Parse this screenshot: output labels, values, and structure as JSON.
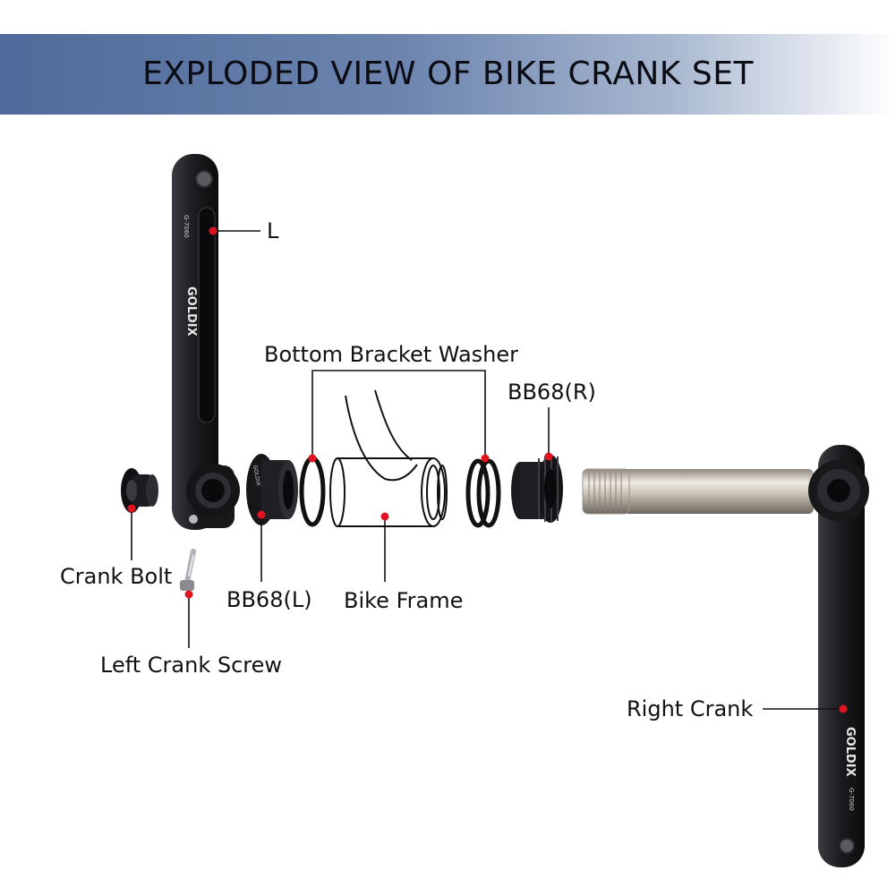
{
  "title": "EXPLODED VIEW OF BIKE CRANK SET",
  "brand": "GOLDIX",
  "model": "G-7060",
  "labels": {
    "left_crank": "L",
    "bottom_bracket_washer": "Bottom Bracket Washer",
    "bb68_right": "BB68(R)",
    "crank_bolt": "Crank Bolt",
    "bb68_left": "BB68(L)",
    "bike_frame": "Bike Frame",
    "left_crank_screw": "Left Crank Screw",
    "right_crank": "Right Crank"
  },
  "colors": {
    "banner_start": "#4f6a9a",
    "banner_end": "#ffffff",
    "marker": "#e0141e",
    "part": "#1b1b1e",
    "axle": "#c9c2b6"
  }
}
